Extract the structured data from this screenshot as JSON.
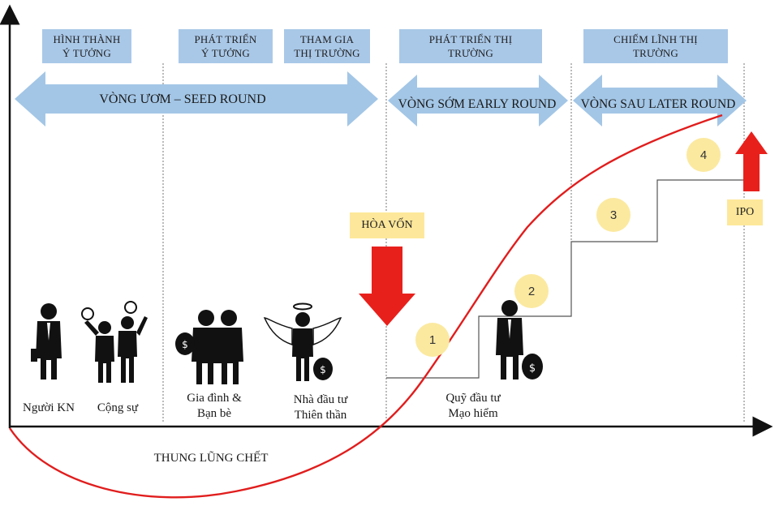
{
  "stages": [
    {
      "line1": "HÌNH THÀNH",
      "line2": "Ý TƯỞNG"
    },
    {
      "line1": "PHÁT TRIỂN",
      "line2": "Ý TƯỞNG"
    },
    {
      "line1": "THAM GIA",
      "line2": "THỊ TRƯỜNG"
    },
    {
      "line1": "PHÁT TRIỂN THỊ",
      "line2": "TRƯỜNG"
    },
    {
      "line1": "CHIẾM LĨNH THỊ",
      "line2": "TRƯỜNG"
    }
  ],
  "rounds": {
    "seed": "VÒNG ƯƠM – SEED ROUND",
    "early": "VÒNG SỚM  EARLY ROUND",
    "later": "VÒNG SAU  LATER ROUND"
  },
  "investors": {
    "nguoi_kn": "Người KN",
    "cong_su": "Cộng sự",
    "gia_dinh_1": "Gia đình &",
    "gia_dinh_2": "Bạn bè",
    "angel_1": "Nhà đầu tư",
    "angel_2": "Thiên thần",
    "vc_1": "Quỹ đầu tư",
    "vc_2": "Mạo hiểm"
  },
  "markers": {
    "breakeven": "HÒA VỐN",
    "ipo": "IPO",
    "valley": "THUNG LŨNG CHẾT"
  },
  "steps": [
    "1",
    "2",
    "3",
    "4"
  ],
  "icons": [
    "person-icon",
    "lightbulb-icon",
    "money-bag-icon",
    "angel-wings-icon",
    "halo-icon"
  ],
  "colors": {
    "stage_box": "#a9c8e8",
    "round_arrow": "#a3c6e6",
    "curve": "#e11d1d",
    "red_arrow": "#e8201c",
    "yellow_label": "#fde79a",
    "step_circle": "#fbe9a0"
  }
}
